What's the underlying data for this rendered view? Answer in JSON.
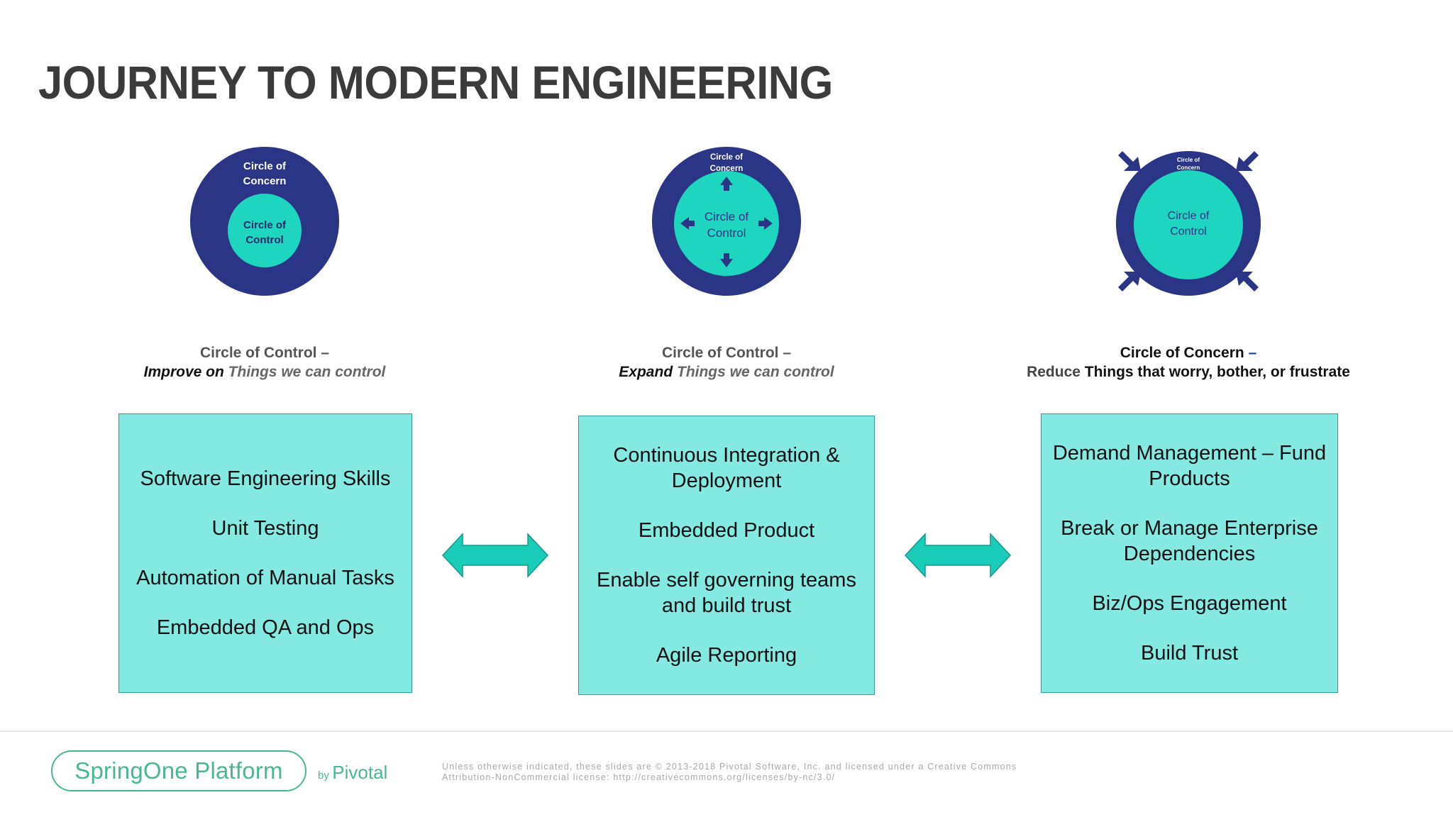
{
  "title": "JOURNEY TO MODERN ENGINEERING",
  "colors": {
    "concern_navy": "#2b3585",
    "control_teal": "#1ed6bf",
    "box_fill": "#83e9e1",
    "arrow_teal": "#19cdb9",
    "brand_green": "#47b88f"
  },
  "circles": {
    "concern_label_line1": "Circle of",
    "concern_label_line2": "Concern",
    "control_label_line1": "Circle of",
    "control_label_line2": "Control"
  },
  "panels": [
    {
      "caption_line1": "Circle of Control –",
      "caption_emph": "Improve on",
      "caption_rest": " Things we can control",
      "items": [
        "Software Engineering Skills",
        "Unit Testing",
        "Automation of Manual Tasks",
        "Embedded QA and Ops"
      ]
    },
    {
      "caption_line1": "Circle of Control –",
      "caption_emph": "Expand",
      "caption_rest": " Things we can control",
      "items": [
        "Continuous Integration & Deployment",
        "Embedded Product",
        "Enable self governing teams and build trust",
        "Agile Reporting"
      ]
    },
    {
      "caption_line1": "Circle of Concern",
      "caption_dash": "–",
      "caption_emph": "Reduce",
      "caption_rest": " Things that worry, bother, or frustrate",
      "items": [
        "Demand Management – Fund Products",
        "Break or Manage Enterprise Dependencies",
        "Biz/Ops Engagement",
        "Build Trust"
      ]
    }
  ],
  "footer": {
    "logo_text": "SpringOne Platform",
    "by": "by",
    "pivotal": "Pivotal",
    "legal_line1": "Unless otherwise indicated, these slides are © 2013-2018 Pivotal Software, Inc. and licensed under a Creative Commons",
    "legal_line2": "Attribution-NonCommercial license: http://creativecommons.org/licenses/by-nc/3.0/"
  }
}
